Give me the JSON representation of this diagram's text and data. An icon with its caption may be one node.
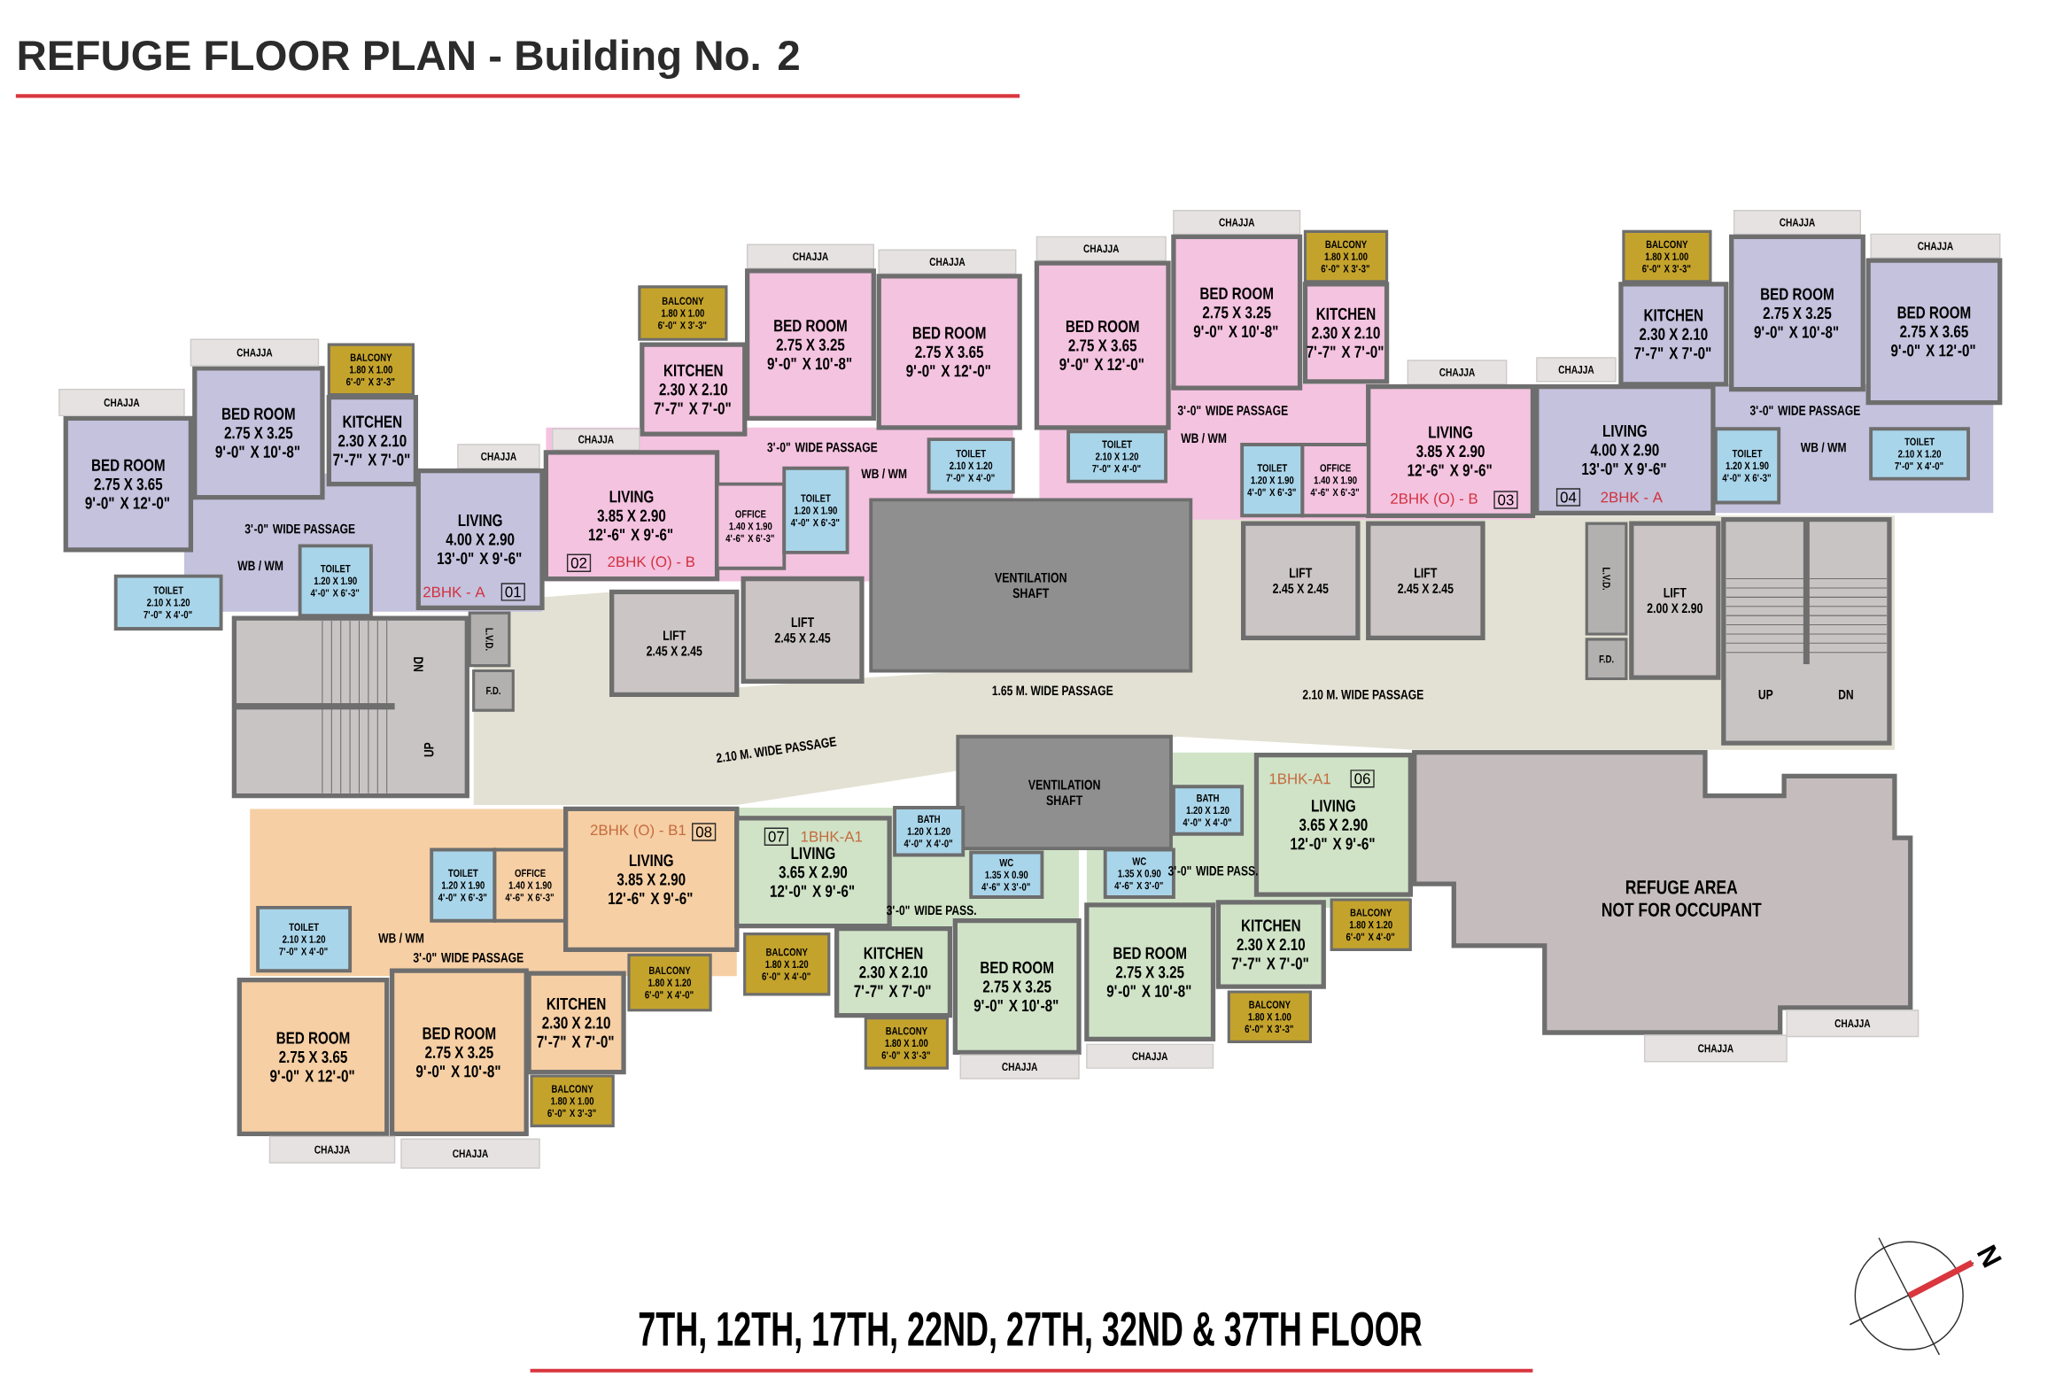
{
  "diagram": {
    "title": "REFUGE FLOOR PLAN - Building No. 2",
    "caption": "7TH, 12TH, 17TH, 22ND, 27TH, 32ND & 37TH FLOOR",
    "nodes": [
      {
        "text": [
          "BED ROOM",
          "2.75 X 3.65",
          "9'-0\" X 12'-0\""
        ]
      },
      {
        "text": [
          "CHAJJA"
        ]
      },
      {
        "text": [
          "BED ROOM",
          "2.75 X 3.25",
          "9'-0\" X 10'-8\""
        ]
      },
      {
        "text": [
          "CHAJJA"
        ]
      },
      {
        "text": [
          "BALCONY",
          "1.80 X 1.00",
          "6'-0\" X 3'-3\""
        ]
      },
      {
        "text": [
          "KITCHEN",
          "2.30 X 2.10",
          "7'-7\" X 7'-0\""
        ]
      },
      {
        "text": [
          "CHAJJA"
        ]
      },
      {
        "text": [
          "LIVING",
          "4.00 X 2.90",
          "13'-0\" X 9'-6\""
        ]
      },
      {
        "text": [
          "TOILET",
          "2.10 X 1.20",
          "7'-0\" X 4'-0\""
        ]
      },
      {
        "text": [
          "TOILET",
          "1.20 X 1.90",
          "4'-0\" X 6'-3\""
        ]
      },
      {
        "text": [
          "01"
        ],
        "in": 7
      },
      {
        "text": [
          "BALCONY",
          "1.80 X 1.00",
          "6'-0\" X 3'-3\""
        ]
      },
      {
        "text": [
          "KITCHEN",
          "2.30 X 2.10",
          "7'-7\" X 7'-0\""
        ]
      },
      {
        "text": [
          "CHAJJA"
        ]
      },
      {
        "text": [
          "BED ROOM",
          "2.75 X 3.25",
          "9'-0\" X 10'-8\""
        ]
      },
      {
        "text": [
          "CHAJJA"
        ]
      },
      {
        "text": [
          "BED ROOM",
          "2.75 X 3.65",
          "9'-0\" X 12'-0\""
        ]
      },
      {
        "text": [
          "CHAJJA"
        ]
      },
      {
        "text": [
          "LIVING",
          "3.85 X 2.90",
          "12'-6\" X 9'-6\""
        ]
      },
      {
        "text": [
          "OFFICE",
          "1.40 X 1.90",
          "4'-6\" X 6'-3\""
        ]
      },
      {
        "text": [
          "TOILET",
          "1.20 X 1.90",
          "4'-0\" X 6'-3\""
        ]
      },
      {
        "text": [
          "TOILET",
          "2.10 X 1.20",
          "7'-0\" X 4'-0\""
        ]
      },
      {
        "text": [
          "02"
        ],
        "in": 18
      },
      {
        "text": [
          "CHAJJA"
        ]
      },
      {
        "text": [
          "BED ROOM",
          "2.75 X 3.65",
          "9'-0\" X 12'-0\""
        ]
      },
      {
        "text": [
          "CHAJJA"
        ]
      },
      {
        "text": [
          "BED ROOM",
          "2.75 X 3.25",
          "9'-0\" X 10'-8\""
        ]
      },
      {
        "text": [
          "BALCONY",
          "1.80 X 1.00",
          "6'-0\" X 3'-3\""
        ]
      },
      {
        "text": [
          "KITCHEN",
          "2.30 X 2.10",
          "7'-7\" X 7'-0\""
        ]
      },
      {
        "text": [
          "CHAJJA"
        ]
      },
      {
        "text": [
          "LIVING",
          "3.85 X 2.90",
          "12'-6\" X 9'-6\""
        ]
      },
      {
        "text": [
          "TOILET",
          "2.10 X 1.20",
          "7'-0\" X 4'-0\""
        ]
      },
      {
        "text": [
          "TOILET",
          "1.20 X 1.90",
          "4'-0\" X 6'-3\""
        ]
      },
      {
        "text": [
          "OFFICE",
          "1.40 X 1.90",
          "4'-6\" X 6'-3\""
        ]
      },
      {
        "text": [
          "03"
        ],
        "in": 30
      },
      {
        "text": [
          "BALCONY",
          "1.80 X 1.00",
          "6'-0\" X 3'-3\""
        ]
      },
      {
        "text": [
          "KITCHEN",
          "2.30 X 2.10",
          "7'-7\" X 7'-0\""
        ]
      },
      {
        "text": [
          "CHAJJA"
        ]
      },
      {
        "text": [
          "BED ROOM",
          "2.75 X 3.25",
          "9'-0\" X 10'-8\""
        ]
      },
      {
        "text": [
          "CHAJJA"
        ]
      },
      {
        "text": [
          "BED ROOM",
          "2.75 X 3.65",
          "9'-0\" X 12'-0\""
        ]
      },
      {
        "text": [
          "CHAJJA"
        ]
      },
      {
        "text": [
          "LIVING",
          "4.00 X 2.90",
          "13'-0\" X 9'-6\""
        ]
      },
      {
        "text": [
          "TOILET",
          "1.20 X 1.90",
          "4'-0\" X 6'-3\""
        ]
      },
      {
        "text": [
          "TOILET",
          "2.10 X 1.20",
          "7'-0\" X 4'-0\""
        ]
      },
      {
        "text": [
          "04"
        ],
        "in": 42
      },
      {
        "text": [
          "LIFT",
          "2.45 X 2.45"
        ]
      },
      {
        "text": [
          "LIFT",
          "2.45 X 2.45"
        ]
      },
      {
        "text": [
          "VENTILATION SHAFT"
        ]
      },
      {
        "text": [
          "L.V.D."
        ]
      },
      {
        "text": [
          "F.D."
        ]
      },
      {
        "text": [
          "LIFT",
          "2.45 X 2.45"
        ]
      },
      {
        "text": [
          "LIFT",
          "2.45 X 2.45"
        ]
      },
      {
        "text": [
          "L.V.D."
        ]
      },
      {
        "text": [
          "LIFT",
          "2.00 X 2.90"
        ]
      },
      {
        "text": [
          "F.D."
        ]
      },
      {
        "text": [
          "VENTILATION SHAFT"
        ]
      },
      {
        "text": [
          "TOILET",
          "1.20 X 1.90",
          "4'-0\" X 6'-3\""
        ]
      },
      {
        "text": [
          "OFFICE",
          "1.40 X 1.90",
          "4'-6\" X 6'-3\""
        ]
      },
      {
        "text": [
          "LIVING",
          "3.85 X 2.90",
          "12'-6\" X 9'-6\""
        ]
      },
      {
        "text": [
          "08"
        ],
        "in": 59
      },
      {
        "text": [
          "TOILET",
          "2.10 X 1.20",
          "7'-0\" X 4'-0\""
        ]
      },
      {
        "text": [
          "BED ROOM",
          "2.75 X 3.65",
          "9'-0\" X 12'-0\""
        ]
      },
      {
        "text": [
          "BED ROOM",
          "2.75 X 3.25",
          "9'-0\" X 10'-8\""
        ]
      },
      {
        "text": [
          "KITCHEN",
          "2.30 X 2.10",
          "7'-7\" X 7'-0\""
        ]
      },
      {
        "text": [
          "BALCONY",
          "1.80 X 1.20",
          "6'-0\" X 4'-0\""
        ]
      },
      {
        "text": [
          "BALCONY",
          "1.80 X 1.00",
          "6'-0\" X 3'-3\""
        ]
      },
      {
        "text": [
          "CHAJJA"
        ]
      },
      {
        "text": [
          "CHAJJA"
        ]
      },
      {
        "text": [
          "LIVING",
          "3.65 X 2.90",
          "12'-0\" X 9'-6\""
        ]
      },
      {
        "text": [
          "07"
        ],
        "in": 69
      },
      {
        "text": [
          "BATH",
          "1.20 X 1.20",
          "4'-0\" X 4'-0\""
        ]
      },
      {
        "text": [
          "WC",
          "1.35 X 0.90",
          "4'-6\" X 3'-0\""
        ]
      },
      {
        "text": [
          "BALCONY",
          "1.80 X 1.20",
          "6'-0\" X 4'-0\""
        ]
      },
      {
        "text": [
          "KITCHEN",
          "2.30 X 2.10",
          "7'-7\" X 7'-0\""
        ]
      },
      {
        "text": [
          "BALCONY",
          "1.80 X 1.00",
          "6'-0\" X 3'-3\""
        ]
      },
      {
        "text": [
          "BED ROOM",
          "2.75 X 3.25",
          "9'-0\" X 10'-8\""
        ]
      },
      {
        "text": [
          "CHAJJA"
        ]
      },
      {
        "text": [
          "06"
        ],
        "in": 79
      },
      {
        "text": [
          "LIVING",
          "3.65 X 2.90",
          "12'-0\" X 9'-6\""
        ]
      },
      {
        "text": [
          "BATH",
          "1.20 X 1.20",
          "4'-0\" X 4'-0\""
        ]
      },
      {
        "text": [
          "WC",
          "1.35 X 0.90",
          "4'-6\" X 3'-0\""
        ]
      },
      {
        "text": [
          "BED ROOM",
          "2.75 X 3.25",
          "9'-0\" X 10'-8\""
        ]
      },
      {
        "text": [
          "KITCHEN",
          "2.30 X 2.10",
          "7'-7\" X 7'-0\""
        ]
      },
      {
        "text": [
          "BALCONY",
          "1.80 X 1.20",
          "6'-0\" X 4'-0\""
        ]
      },
      {
        "text": [
          "BALCONY",
          "1.80 X 1.00",
          "6'-0\" X 3'-3\""
        ]
      },
      {
        "text": [
          "CHAJJA"
        ]
      },
      {
        "text": [
          "REFUGE AREA",
          "NOT FOR OCCUPANT"
        ]
      },
      {
        "text": [
          "CHAJJA"
        ]
      },
      {
        "text": [
          "CHAJJA"
        ]
      }
    ],
    "labels": [
      "3'-0\" WIDE PASSAGE",
      "WB / WM",
      "2BHK - A",
      "3'-0\" WIDE PASSAGE",
      "WB / WM",
      "2BHK (O) - B",
      "3'-0\" WIDE PASSAGE",
      "WB / WM",
      "2BHK (O) - B",
      "3'-0\" WIDE PASSAGE",
      "WB / WM",
      "2BHK - A",
      "DN",
      "UP",
      "1.65 M. WIDE PASSAGE",
      "2.10 M. WIDE PASSAGE",
      "UP",
      "DN",
      "2.10 M. WIDE PASSAGE",
      "2BHK (O) - B1",
      "WB / WM",
      "3'-0\" WIDE PASSAGE",
      "1BHK-A1",
      "3'-0\" WIDE PASS.",
      "1BHK-A1",
      "3'-0\" WIDE PASS.",
      "N"
    ]
  }
}
